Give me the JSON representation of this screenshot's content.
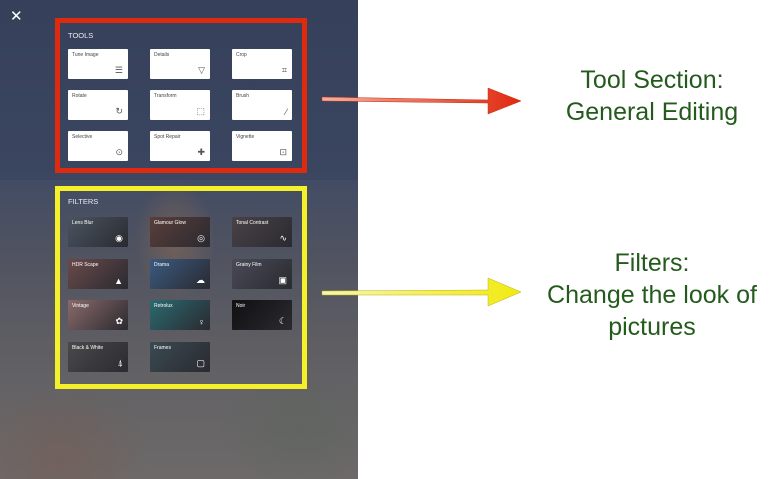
{
  "close_icon": "close-icon",
  "tools": {
    "title": "TOOLS",
    "items": [
      {
        "label": "Tune Image",
        "icon": "sliders-icon",
        "glyph": "☰"
      },
      {
        "label": "Details",
        "icon": "triangle-icon",
        "glyph": "▽"
      },
      {
        "label": "Crop",
        "icon": "crop-icon",
        "glyph": "⌗"
      },
      {
        "label": "Rotate",
        "icon": "rotate-icon",
        "glyph": "↻"
      },
      {
        "label": "Transform",
        "icon": "transform-icon",
        "glyph": "⬚"
      },
      {
        "label": "Brush",
        "icon": "brush-icon",
        "glyph": "⁄"
      },
      {
        "label": "Selective",
        "icon": "selective-icon",
        "glyph": "⊙"
      },
      {
        "label": "Spot Repair",
        "icon": "bandage-icon",
        "glyph": "✚"
      },
      {
        "label": "Vignette",
        "icon": "vignette-icon",
        "glyph": "⊡"
      }
    ]
  },
  "filters": {
    "title": "FILTERS",
    "items": [
      {
        "label": "Lens Blur",
        "icon": "lens-blur-icon",
        "glyph": "◉",
        "bg": "#4a5560"
      },
      {
        "label": "Glamour Glow",
        "icon": "eye-icon",
        "glyph": "◎",
        "bg": "#5a3e3a"
      },
      {
        "label": "Tonal Contrast",
        "icon": "pulse-icon",
        "glyph": "∿",
        "bg": "#4a4248"
      },
      {
        "label": "HDR Scape",
        "icon": "mountain-icon",
        "glyph": "▲",
        "bg": "#6a4a4a"
      },
      {
        "label": "Drama",
        "icon": "cloud-icon",
        "glyph": "☁",
        "bg": "#3a5a80"
      },
      {
        "label": "Grainy Film",
        "icon": "film-icon",
        "glyph": "▣",
        "bg": "#4a4a58"
      },
      {
        "label": "Vintage",
        "icon": "flower-icon",
        "glyph": "✿",
        "bg": "#8a6a6a"
      },
      {
        "label": "Retrolux",
        "icon": "lamp-icon",
        "glyph": "♀",
        "bg": "#2a6a70"
      },
      {
        "label": "Noir",
        "icon": "moon-icon",
        "glyph": "☾",
        "bg": "#101012"
      },
      {
        "label": "Black & White",
        "icon": "tower-icon",
        "glyph": "⍋",
        "bg": "#4a4a4c"
      },
      {
        "label": "Frames",
        "icon": "frame-icon",
        "glyph": "▢",
        "bg": "#3a4a52"
      }
    ]
  },
  "annotations": {
    "tools": [
      "Tool Section:",
      "General Editing"
    ],
    "filters": [
      "Filters:",
      "Change the look of",
      "pictures"
    ]
  },
  "colors": {
    "red": "#e02a10",
    "yellow": "#f4f02a",
    "text": "#245b1d"
  }
}
